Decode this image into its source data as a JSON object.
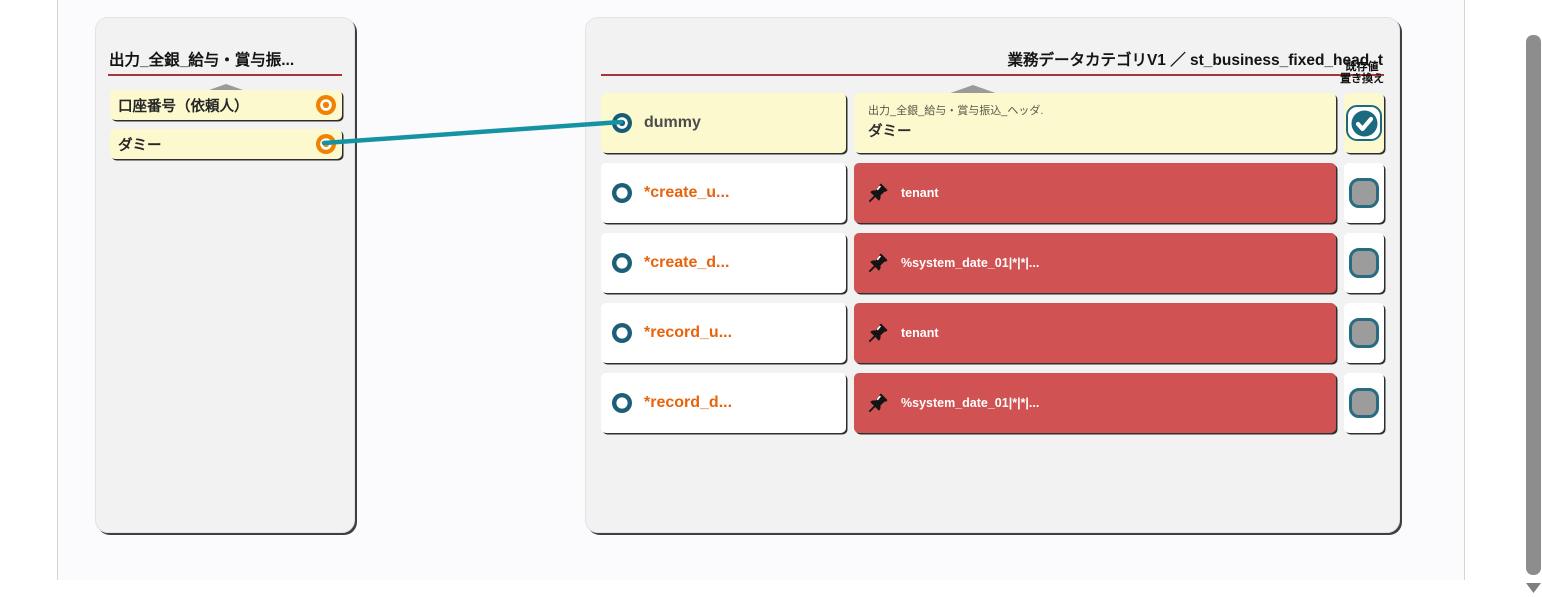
{
  "source_panel": {
    "title": "出力_全銀_給与・賞与振...",
    "fields": [
      {
        "label": "口座番号（依頼人）",
        "connected": false
      },
      {
        "label": "ダミー",
        "connected": true
      }
    ]
  },
  "target_panel": {
    "title": "業務データカテゴリV1 ／ st_business_fixed_head_t",
    "replace_header_line1": "既存値",
    "replace_header_line2": "置き換え",
    "rows": [
      {
        "field": "dummy",
        "value_type": "mapped",
        "mapping_source_path": "出力_全銀_給与・賞与振込_ヘッダ.",
        "mapping_source_field": "ダミー",
        "replace_checked": true
      },
      {
        "field": "*create_u...",
        "value_type": "fixed",
        "fixed_value": "tenant",
        "replace_checked": false
      },
      {
        "field": "*create_d...",
        "value_type": "fixed",
        "fixed_value": "%system_date_01|*|*|...",
        "replace_checked": false
      },
      {
        "field": "*record_u...",
        "value_type": "fixed",
        "fixed_value": "tenant",
        "replace_checked": false
      },
      {
        "field": "*record_d...",
        "value_type": "fixed",
        "fixed_value": "%system_date_01|*|*|...",
        "replace_checked": false
      }
    ]
  },
  "connection": {
    "from_field": "ダミー",
    "to_field": "dummy"
  },
  "colors": {
    "teal_accent": "#1c6a80",
    "wire_teal": "#1593a2",
    "port_orange": "#f08200",
    "fixed_value_red": "#d05252",
    "mapped_yellow": "#fcf9cf",
    "title_rule_red": "#a93439"
  }
}
